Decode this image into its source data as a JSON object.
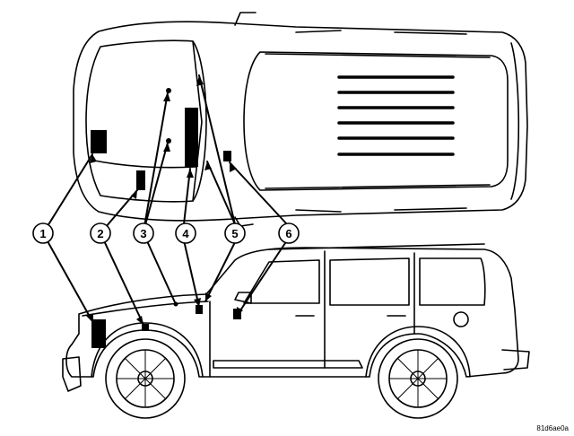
{
  "callouts": [
    {
      "label": "1"
    },
    {
      "label": "2"
    },
    {
      "label": "3"
    },
    {
      "label": "4"
    },
    {
      "label": "5"
    },
    {
      "label": "6"
    }
  ],
  "figure_code": "81d6ae0a",
  "colors": {
    "ink": "#000000",
    "paper": "#ffffff"
  }
}
